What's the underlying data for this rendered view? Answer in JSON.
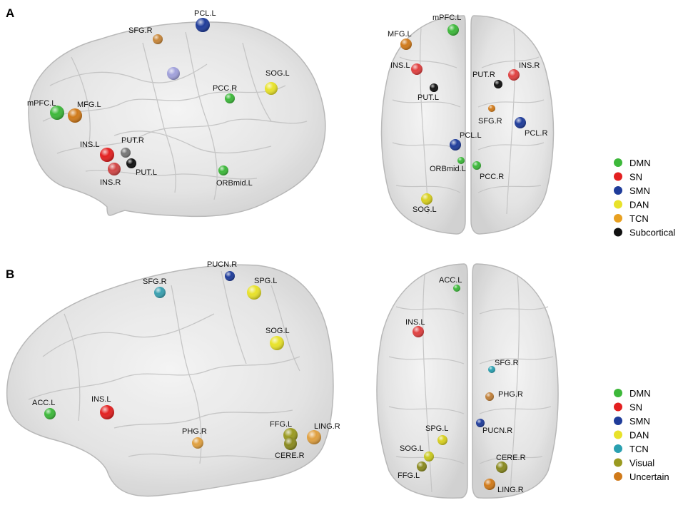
{
  "panels": [
    {
      "label": "A",
      "legend": [
        {
          "label": "DMN",
          "color": "#3db83a"
        },
        {
          "label": "SN",
          "color": "#e32020"
        },
        {
          "label": "SMN",
          "color": "#1f3c9a"
        },
        {
          "label": "DAN",
          "color": "#e8e22a"
        },
        {
          "label": "TCN",
          "color": "#e8a020"
        },
        {
          "label": "Subcortical",
          "color": "#111111"
        }
      ],
      "lateral_nodes": [
        {
          "label": "PCL.L",
          "color": "#1f3c9a"
        },
        {
          "label": "SFG.R",
          "color": "#c8873a"
        },
        {
          "label": "",
          "color": "#7070d0"
        },
        {
          "label": "SOG.L",
          "color": "#e8e22a"
        },
        {
          "label": "PCC.R",
          "color": "#3db83a"
        },
        {
          "label": "mPFC.L",
          "color": "#3db83a"
        },
        {
          "label": "MFG.L",
          "color": "#d07a1a"
        },
        {
          "label": "PUT.R",
          "color": "#777777"
        },
        {
          "label": "INS.L",
          "color": "#e32020"
        },
        {
          "label": "PUT.L",
          "color": "#111111"
        },
        {
          "label": "INS.R",
          "color": "#d04545"
        },
        {
          "label": "ORBmid.L",
          "color": "#3db83a"
        }
      ],
      "top_nodes": [
        {
          "label": "mPFC.L",
          "color": "#3db83a"
        },
        {
          "label": "MFG.L",
          "color": "#d07a1a"
        },
        {
          "label": "INS.L",
          "color": "#e04040"
        },
        {
          "label": "INS.R",
          "color": "#e04040"
        },
        {
          "label": "PUT.R",
          "color": "#111111"
        },
        {
          "label": "PUT.L",
          "color": "#111111"
        },
        {
          "label": "SFG.R",
          "color": "#d07a1a"
        },
        {
          "label": "PCL.R",
          "color": "#1f3c9a"
        },
        {
          "label": "PCL.L",
          "color": "#1f3c9a"
        },
        {
          "label": "ORBmid.L",
          "color": "#3db83a"
        },
        {
          "label": "PCC.R",
          "color": "#3db83a"
        },
        {
          "label": "SOG.L",
          "color": "#d8d020"
        }
      ]
    },
    {
      "label": "B",
      "legend": [
        {
          "label": "DMN",
          "color": "#3db83a"
        },
        {
          "label": "SN",
          "color": "#e32020"
        },
        {
          "label": "SMN",
          "color": "#1f3c9a"
        },
        {
          "label": "DAN",
          "color": "#e8e22a"
        },
        {
          "label": "TCN",
          "color": "#2aa0b0"
        },
        {
          "label": "Visual",
          "color": "#9a9a20"
        },
        {
          "label": "Uncertain",
          "color": "#d07a1a"
        }
      ],
      "lateral_nodes": [
        {
          "label": "PUCN.R",
          "color": "#1f3c9a"
        },
        {
          "label": "SFG.R",
          "color": "#3aa0b0"
        },
        {
          "label": "SPG.L",
          "color": "#e8e22a"
        },
        {
          "label": "SOG.L",
          "color": "#e8e22a"
        },
        {
          "label": "ACC.L",
          "color": "#3db83a"
        },
        {
          "label": "INS.L",
          "color": "#e32020"
        },
        {
          "label": "PHG.R",
          "color": "#e0a040"
        },
        {
          "label": "FFG.L",
          "color": "#9a9a20"
        },
        {
          "label": "LING.R",
          "color": "#e0a040"
        },
        {
          "label": "CERE.R",
          "color": "#8a8a20"
        }
      ],
      "top_nodes": [
        {
          "label": "ACC.L",
          "color": "#3db83a"
        },
        {
          "label": "INS.L",
          "color": "#e04040"
        },
        {
          "label": "SFG.R",
          "color": "#2aa0b0"
        },
        {
          "label": "PHG.R",
          "color": "#c0803a"
        },
        {
          "label": "PUCN.R",
          "color": "#1f3c9a"
        },
        {
          "label": "SPG.L",
          "color": "#d8d020"
        },
        {
          "label": "SOG.L",
          "color": "#c8c820"
        },
        {
          "label": "FFG.L",
          "color": "#8a8a20"
        },
        {
          "label": "CERE.R",
          "color": "#8a8a20"
        },
        {
          "label": "LING.R",
          "color": "#d07a1a"
        }
      ]
    }
  ]
}
